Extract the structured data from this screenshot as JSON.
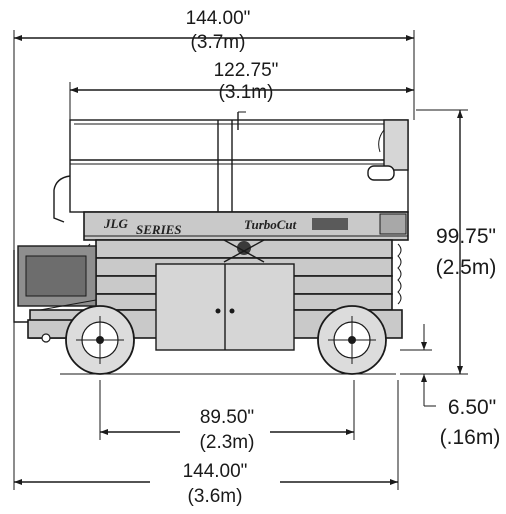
{
  "dimensions": {
    "top_overall_in": "144.00\"",
    "top_overall_m": "(3.7m)",
    "platform_in": "122.75\"",
    "platform_m": "(3.1m)",
    "height_in": "99.75\"",
    "height_m": "(2.5m)",
    "wheelbase_in": "89.50\"",
    "wheelbase_m": "(2.3m)",
    "clearance_in": "6.50\"",
    "clearance_m": "(.16m)",
    "bottom_overall_in": "144.00\"",
    "bottom_overall_m": "(3.6m)"
  },
  "decals": {
    "brand_top": "JLG",
    "brand_model": "SERIES",
    "right_decal": "TurboCut"
  }
}
